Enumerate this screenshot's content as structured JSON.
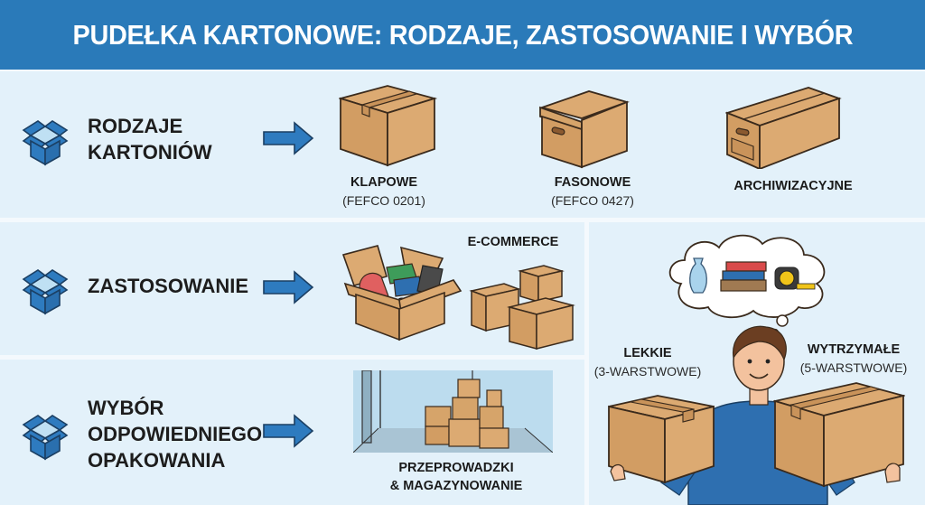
{
  "header": {
    "title": "PUDEŁKA KARTONOWE: RODZAJE, ZASTOSOWANIE I WYBÓR"
  },
  "colors": {
    "header_bg": "#2a7ab9",
    "panel_bg": "#e3f1fa",
    "accent_blue": "#2e7bbf",
    "cardboard": "#d6a16a",
    "outline": "#3a2a1c"
  },
  "rows": [
    {
      "label_lines": [
        "RODZAJE",
        "KARTONIÓW"
      ],
      "icon": "open-box-icon",
      "items": [
        {
          "title": "KLAPOWE",
          "subtitle": "(FEFCO 0201)"
        },
        {
          "title": "FASONOWE",
          "subtitle": "(FEFCO 0427)"
        },
        {
          "title": "ARCHIWIZACYJNE",
          "subtitle": ""
        }
      ]
    },
    {
      "label_lines": [
        "ZASTOSOWANIE"
      ],
      "icon": "open-box-icon",
      "items": [
        {
          "title": "E-COMMERCE"
        }
      ]
    },
    {
      "label_lines": [
        "WYBÓR",
        "ODPOWIEDNIEGO",
        "OPAKOWANIA"
      ],
      "icon": "open-box-icon",
      "items": [
        {
          "title_lines": [
            "PRZEPROWADZKI",
            "& MAGAZYNOWANIE"
          ]
        }
      ]
    }
  ],
  "choice_panel": {
    "left": {
      "title": "LEKKIE",
      "subtitle": "(3-WARSTWOWE)"
    },
    "right": {
      "title": "WYTRZYMAŁE",
      "subtitle": "(5-WARSTWOWE)"
    },
    "thought_items": [
      "vase-icon",
      "books-icon",
      "tape-measure-icon"
    ]
  }
}
